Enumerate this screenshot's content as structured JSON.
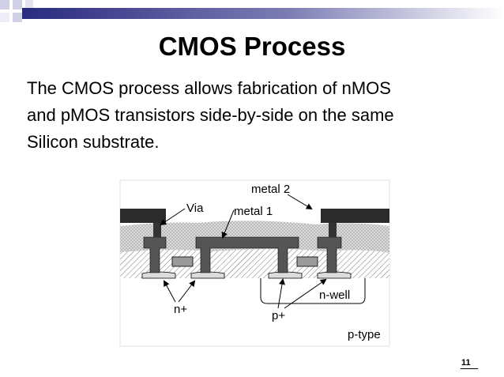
{
  "slide": {
    "title": "CMOS Process",
    "body_lines": [
      "The CMOS process allows fabrication of nMOS",
      "and pMOS transistors side-by-side on the same",
      "Silicon substrate."
    ],
    "number": "11"
  },
  "diagram": {
    "labels": {
      "metal2": "metal 2",
      "via": "Via",
      "metal1": "metal 1",
      "nwell": "n-well",
      "nplus": "n+",
      "pplus": "p+",
      "ptype": "p-type"
    }
  },
  "theme": {
    "accent_dark": "#2a2a80",
    "accent_light": "#d9d9ea"
  }
}
